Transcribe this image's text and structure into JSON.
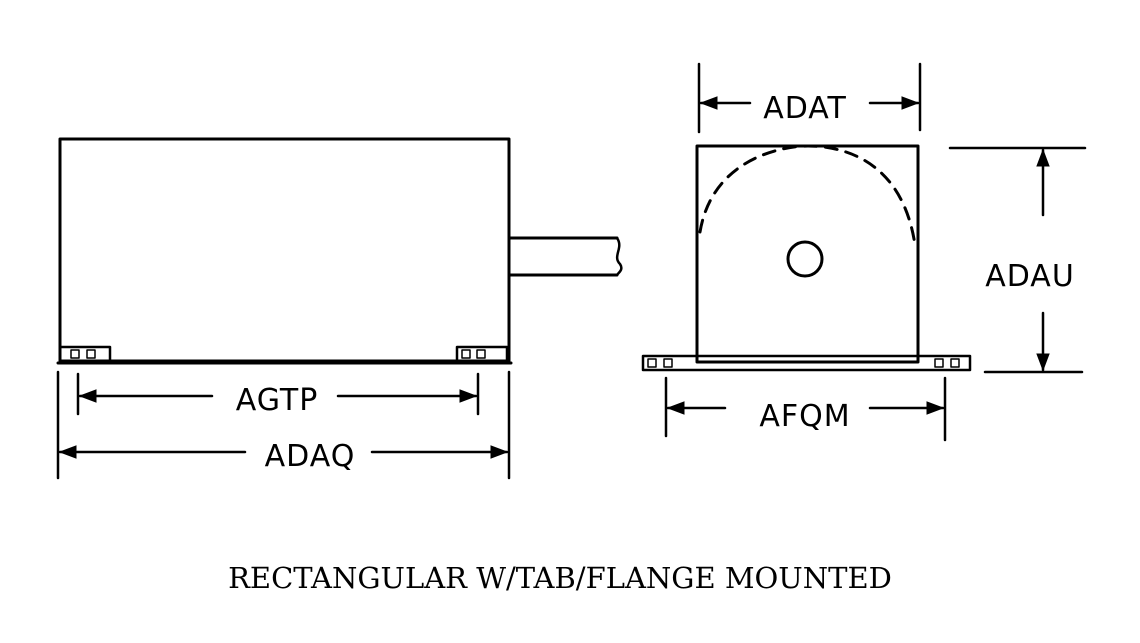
{
  "labels": {
    "agtp": "AGTP",
    "adaq": "ADAQ",
    "adat": "ADAT",
    "adau": "ADAU",
    "afqm": "AFQM"
  },
  "caption": "RECTANGULAR W/TAB/FLANGE MOUNTED"
}
